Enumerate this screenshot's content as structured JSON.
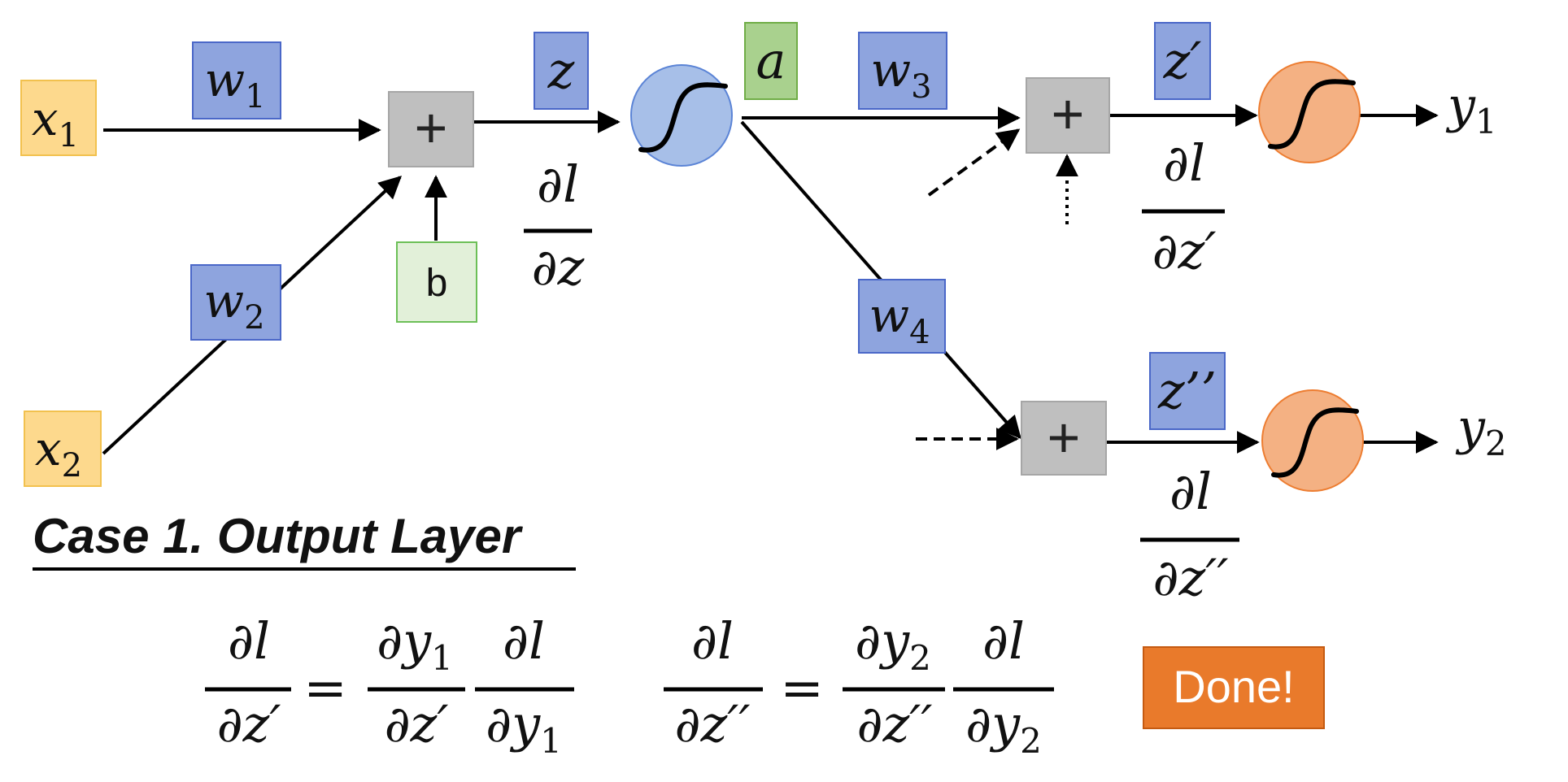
{
  "colors": {
    "input_fill": "#FDD98D",
    "input_stroke": "#F2C14E",
    "weight_fill": "#8EA4DE",
    "weight_stroke": "#4A67C8",
    "sum_fill": "#BFBFBF",
    "sum_stroke": "#A6A6A6",
    "bias_fill": "#E2F0D9",
    "bias_stroke": "#6CBF57",
    "activation_fill": "#A9D18E",
    "activation_stroke": "#70AD47",
    "hidden_neuron_fill": "#A7BFE8",
    "hidden_neuron_stroke": "#5B84D6",
    "output_neuron_fill": "#F4B183",
    "output_neuron_stroke": "#ED7D31",
    "done_fill": "#E97A2B",
    "line": "#000000"
  },
  "icons": {
    "sigmoid": "sigmoid-curve-icon",
    "plus": "plus-icon"
  },
  "nodes": {
    "x1": {
      "base": "x",
      "sub": "1"
    },
    "x2": {
      "base": "x",
      "sub": "2"
    },
    "w1": {
      "base": "w",
      "sub": "1"
    },
    "w2": {
      "base": "w",
      "sub": "2"
    },
    "w3": {
      "base": "w",
      "sub": "3"
    },
    "w4": {
      "base": "w",
      "sub": "4"
    },
    "sum_symbol": "+",
    "bias": "b",
    "z": "z",
    "a": "a",
    "z_prime": "z′",
    "z_double_prime": "z’’",
    "y1": {
      "base": "y",
      "sub": "1"
    },
    "y2": {
      "base": "y",
      "sub": "2"
    }
  },
  "gradients": {
    "dl_dz": {
      "num": "∂l",
      "den": "∂z"
    },
    "dl_dz_prime": {
      "num": "∂l",
      "den": "∂z′"
    },
    "dl_dz_double_prime": {
      "num": "∂l",
      "den": "∂z′′"
    }
  },
  "case": {
    "title": "Case 1. Output Layer"
  },
  "equations": {
    "eq1": {
      "lhs": {
        "num": "∂l",
        "den": "∂z′"
      },
      "equals": "=",
      "rhs1": {
        "num_base": "∂y",
        "num_sub": "1",
        "den": "∂z′"
      },
      "rhs2": {
        "num": "∂l",
        "den_base": "∂y",
        "den_sub": "1"
      }
    },
    "eq2": {
      "lhs": {
        "num": "∂l",
        "den": "∂z′′"
      },
      "equals": "=",
      "rhs1": {
        "num_base": "∂y",
        "num_sub": "2",
        "den": "∂z′′"
      },
      "rhs2": {
        "num": "∂l",
        "den_base": "∂y",
        "den_sub": "2"
      }
    }
  },
  "done_button": {
    "label": "Done!"
  }
}
